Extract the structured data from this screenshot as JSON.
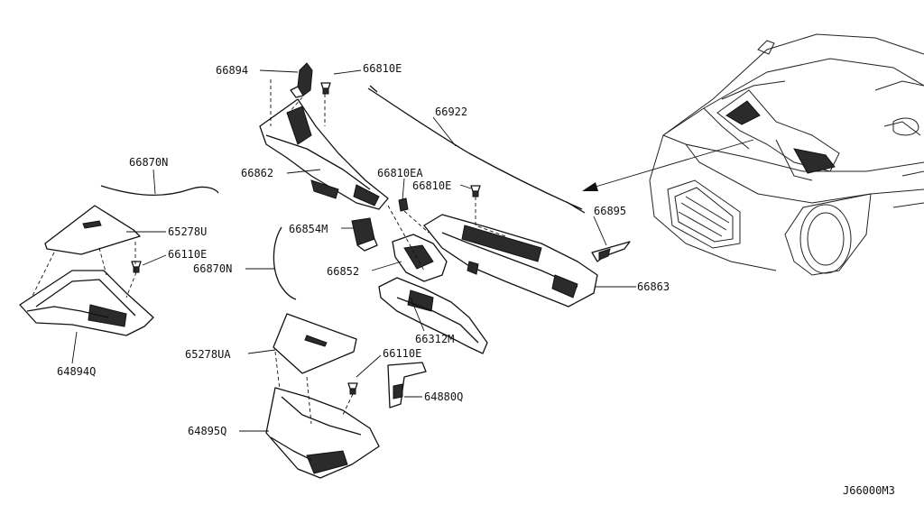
{
  "diagram_code": "J66000M3",
  "labels": {
    "p66894": "66894",
    "p66810E_a": "66810E",
    "p66922": "66922",
    "p66870N_a": "66870N",
    "p66862": "66862",
    "p66810EA": "66810EA",
    "p66810E_b": "66810E",
    "p65278U": "65278U",
    "p66854M": "66854M",
    "p66895": "66895",
    "p66110E_a": "66110E",
    "p66870N_b": "66870N",
    "p66852": "66852",
    "p66863": "66863",
    "p66312M": "66312M",
    "p64894Q": "64894Q",
    "p65278UA": "65278UA",
    "p66110E_b": "66110E",
    "p64880Q": "64880Q",
    "p64895Q": "64895Q"
  }
}
